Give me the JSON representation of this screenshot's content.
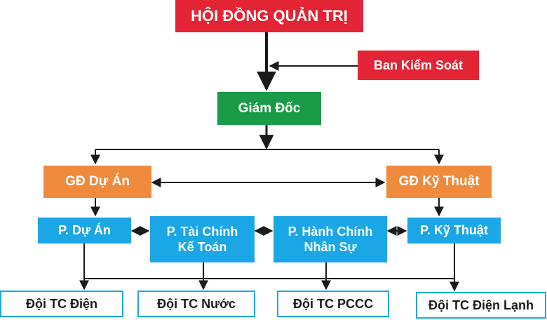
{
  "colors": {
    "board": "#e32434",
    "supervisory": "#e32434",
    "director": "#1a9b48",
    "deputy": "#f08a3c",
    "department": "#1ba7e6",
    "team_border": "#1ba7e6",
    "connector": "#1a1a1a"
  },
  "board": {
    "label": "HỘI ĐỒNG QUẢN TRỊ"
  },
  "supervisory": {
    "label": "Ban Kiểm Soát"
  },
  "director": {
    "label": "Giám Đốc"
  },
  "deputies": {
    "project": "GĐ Dự Án",
    "technical": "GĐ Kỹ Thuật"
  },
  "departments": {
    "project": "P. Dự Án",
    "finance_line1": "P. Tài Chính",
    "finance_line2": "Kế Toán",
    "admin_line1": "P. Hành Chính",
    "admin_line2": "Nhân Sự",
    "technical": "P. Kỹ Thuật"
  },
  "teams": {
    "electric": "Đội TC Điện",
    "water": "Đội TC Nước",
    "fire": "Đội TC PCCC",
    "refrigeration": "Đội TC Điện Lạnh"
  }
}
